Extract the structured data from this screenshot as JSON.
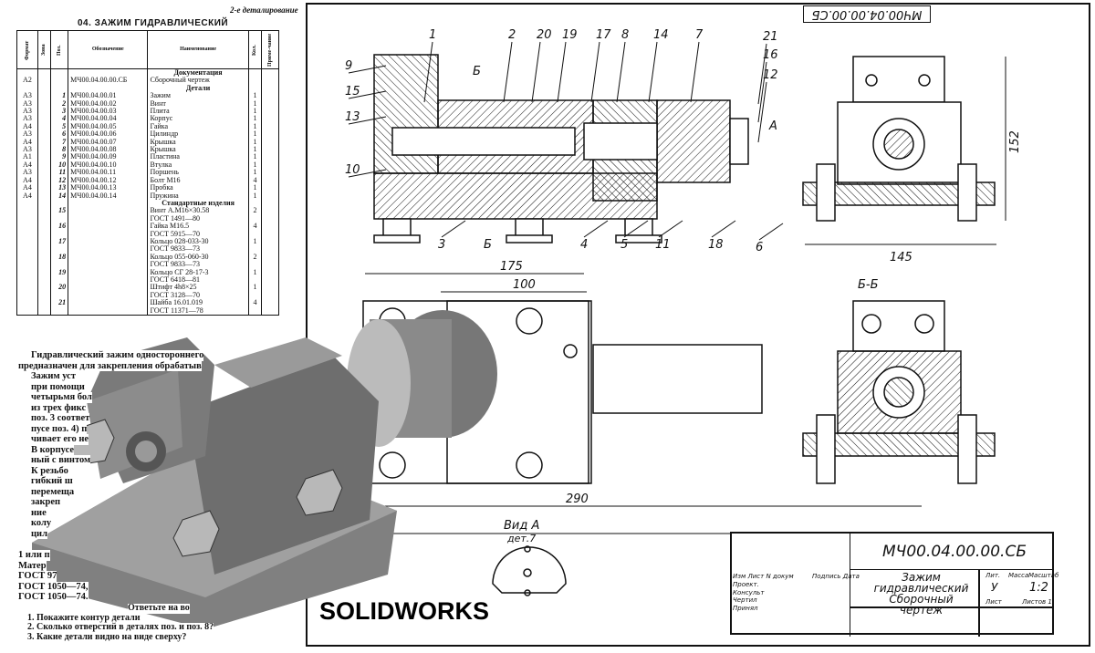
{
  "spec_sheet": {
    "note": "2-е деталирование",
    "title": "04. ЗАЖИМ ГИДРАВЛИЧЕСКИЙ",
    "columns": [
      "Формат",
      "Зона",
      "Поз.",
      "Обозначение",
      "Наименование",
      "Кол.",
      "Приме-чание"
    ],
    "sections": {
      "docs": "Документация",
      "parts": "Детали",
      "standard": "Стандартные изделия"
    },
    "doc_row": {
      "format": "А2",
      "code": "МЧ00.04.00.00.СБ",
      "name": "Сборочный чертеж"
    },
    "parts": [
      {
        "format": "А3",
        "pos": "1",
        "code": "МЧ00.04.00.01",
        "name": "Зажим",
        "qty": "1"
      },
      {
        "format": "А3",
        "pos": "2",
        "code": "МЧ00.04.00.02",
        "name": "Винт",
        "qty": "1"
      },
      {
        "format": "А3",
        "pos": "3",
        "code": "МЧ00.04.00.03",
        "name": "Плита",
        "qty": "1"
      },
      {
        "format": "А3",
        "pos": "4",
        "code": "МЧ00.04.00.04",
        "name": "Корпус",
        "qty": "1"
      },
      {
        "format": "А4",
        "pos": "5",
        "code": "МЧ00.04.00.05",
        "name": "Гайка",
        "qty": "1"
      },
      {
        "format": "А3",
        "pos": "6",
        "code": "МЧ00.04.00.06",
        "name": "Цилиндр",
        "qty": "1"
      },
      {
        "format": "А4",
        "pos": "7",
        "code": "МЧ00.04.00.07",
        "name": "Крышка",
        "qty": "1"
      },
      {
        "format": "А3",
        "pos": "8",
        "code": "МЧ00.04.00.08",
        "name": "Крышка",
        "qty": "1"
      },
      {
        "format": "А1",
        "pos": "9",
        "code": "МЧ00.04.00.09",
        "name": "Пластина",
        "qty": "1"
      },
      {
        "format": "А4",
        "pos": "10",
        "code": "МЧ00.04.00.10",
        "name": "Втулка",
        "qty": "1"
      },
      {
        "format": "А3",
        "pos": "11",
        "code": "МЧ00.04.00.11",
        "name": "Поршень",
        "qty": "1"
      },
      {
        "format": "А4",
        "pos": "12",
        "code": "МЧ00.04.00.12",
        "name": "Болт М16",
        "qty": "4"
      },
      {
        "format": "А4",
        "pos": "13",
        "code": "МЧ00.04.00.13",
        "name": "Пробка",
        "qty": "1"
      },
      {
        "format": "А4",
        "pos": "14",
        "code": "МЧ00.04.00.14",
        "name": "Пружина",
        "qty": "1"
      }
    ],
    "standard": [
      {
        "pos": "15",
        "name": "Винт А.М16×30.58",
        "gost": "ГОСТ 1491—80",
        "qty": "2"
      },
      {
        "pos": "16",
        "name": "Гайка М16.5",
        "gost": "ГОСТ 5915—70",
        "qty": "4"
      },
      {
        "pos": "17",
        "name": "Кольцо 028-033-30",
        "gost": "ГОСТ 9833—73",
        "qty": "1"
      },
      {
        "pos": "18",
        "name": "Кольцо 055-060-30",
        "gost": "ГОСТ 9833—73",
        "qty": "2"
      },
      {
        "pos": "19",
        "name": "Кольцо СГ 28-17-3",
        "gost": "ГОСТ 6418—81",
        "qty": "1"
      },
      {
        "pos": "20",
        "name": "Штифт 4h8×25",
        "gost": "ГОСТ 3128—70",
        "qty": "1"
      },
      {
        "pos": "21",
        "name": "Шайба 16.01.019",
        "gost": "ГОСТ 11371—78",
        "qty": "4"
      }
    ]
  },
  "description": {
    "lines": [
      "Гидравлический зажим одностороннего",
      "предназначен для закрепления обрабатыв",
      "Зажим уст",
      "при помощи",
      "четырьмя бол",
      "из трех фикс",
      "поз. 3 соответ",
      "пусе поз. 4) п",
      "чивает его не",
      "В корпусе",
      "ный с винтом",
      "К резьбо",
      "гибкий ш",
      "перемеща",
      "закреп",
      "ние",
      "колу",
      "цил"
    ],
    "material": [
      "1 или п",
      "Матер",
      "ГОСТ 97",
      "ГОСТ 1050—74,",
      "ГОСТ 1050—74."
    ],
    "questions_title": "Ответьте на во",
    "questions": [
      "1. Покажите контур детали",
      "2. Сколько отверстий в деталях поз. и поз. 8?",
      "3. Какие детали видно на виде сверху?"
    ]
  },
  "drawing": {
    "stamp_code": "МЧ00.04.00.00.СБ",
    "callouts": [
      "1",
      "2",
      "20",
      "19",
      "17",
      "8",
      "14",
      "7",
      "21",
      "16",
      "12",
      "9",
      "15",
      "13",
      "10",
      "3",
      "4",
      "5",
      "11",
      "18",
      "6"
    ],
    "section_mark": "Б",
    "view_arrow": "А",
    "section_title": "Б-Б",
    "view_title": "Вид А",
    "view_sub": "дет.7",
    "dimensions": {
      "d175": "175",
      "d100": "100",
      "d290": "290",
      "d145": "145",
      "d152": "152"
    }
  },
  "title_block": {
    "code": "МЧ00.04.00.00.СБ",
    "name1": "Зажим",
    "name2": "гидравлический",
    "name3": "Сборочный  чертеж",
    "headers": [
      "Изм",
      "Лист",
      "N докум",
      "Подпись",
      "Дата"
    ],
    "roles": [
      "Проект.",
      "Консульт",
      "Чертил",
      "Принял"
    ],
    "lit": "Лит.",
    "mass": "Масса",
    "scale_label": "Масштаб",
    "lit_value": "У",
    "scale": "1:2",
    "sheet": "Лист",
    "sheets": "Листов 1"
  },
  "watermark": "SOLIDWORKS"
}
